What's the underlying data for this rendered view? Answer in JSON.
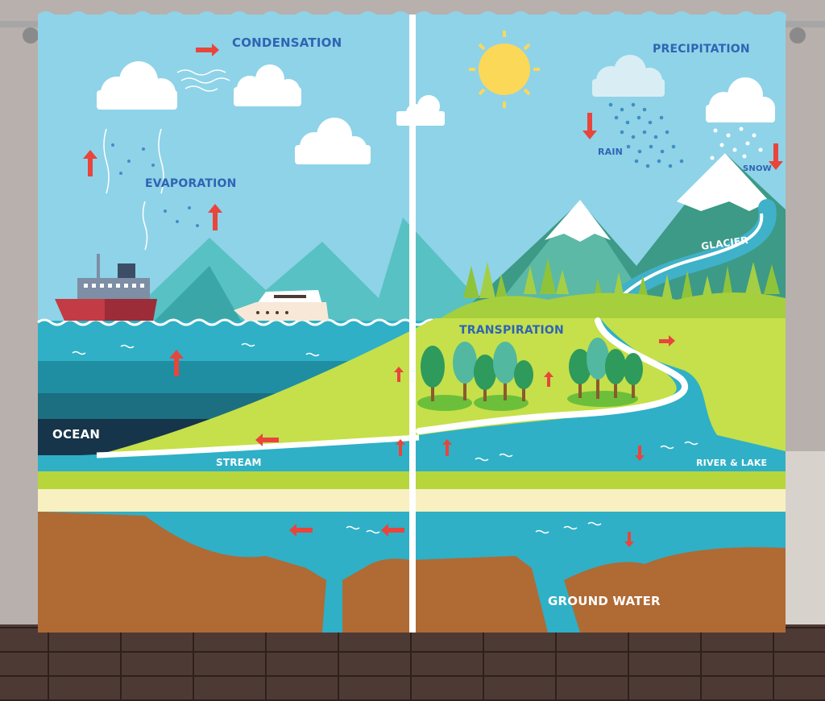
{
  "labels": {
    "condensation": "CONDENSATION",
    "evaporation": "EVAPORATION",
    "precipitation": "PRECIPITATION",
    "rain": "RAIN",
    "snow": "SNOW",
    "glacier": "GLACIER",
    "transpiration": "TRANSPIRATION",
    "ocean": "OCEAN",
    "stream": "STREAM",
    "river_lake": "RIVER & LAKE",
    "ground_water": "GROUND WATER"
  },
  "colors": {
    "sky": "#8fd3e8",
    "mountain": "#4fb9b8",
    "mountain_dark": "#2e8a76",
    "snow_cap": "#ffffff",
    "ocean_light": "#2fb0c6",
    "ocean_mid": "#1f8ea3",
    "ocean_dark": "#1b6f80",
    "ocean_deep": "#16344a",
    "grass": "#c5e04a",
    "grass_light": "#dcec7c",
    "sand": "#f8f0c0",
    "groundwater": "#2fb0c6",
    "soil": "#b06a34",
    "arrow": "#e8453c",
    "sun": "#fbd858",
    "floor": "#4e3a35",
    "wall": "#b8b0ad",
    "rod": "#9a9a9a",
    "label_blue": "#2f64b4"
  }
}
